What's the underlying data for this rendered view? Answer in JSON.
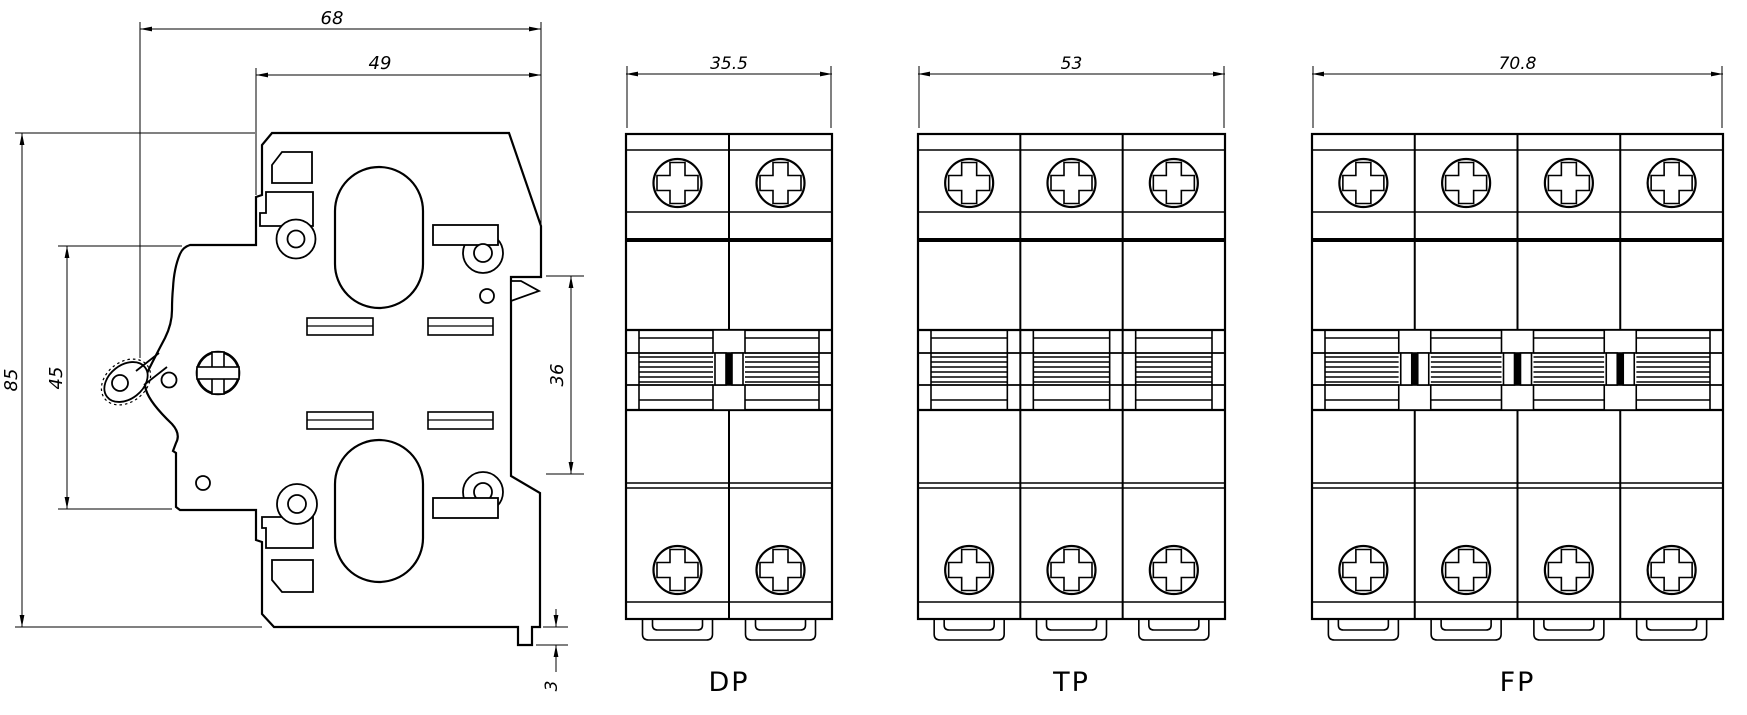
{
  "colors": {
    "ink": "#000000",
    "paper": "#ffffff"
  },
  "side_view": {
    "dims": {
      "overall_depth": "68",
      "front_depth": "49",
      "overall_height": "85",
      "front_height": "45",
      "rail_recess": "36",
      "clip_travel": "3"
    }
  },
  "units": [
    {
      "id": "dp",
      "label": "DP",
      "poles": 2,
      "width_dim": "35.5",
      "linked_handles": true
    },
    {
      "id": "tp",
      "label": "TP",
      "poles": 3,
      "width_dim": "53",
      "linked_handles": false
    },
    {
      "id": "fp",
      "label": "FP",
      "poles": 4,
      "width_dim": "70.8",
      "linked_handles": true
    }
  ]
}
